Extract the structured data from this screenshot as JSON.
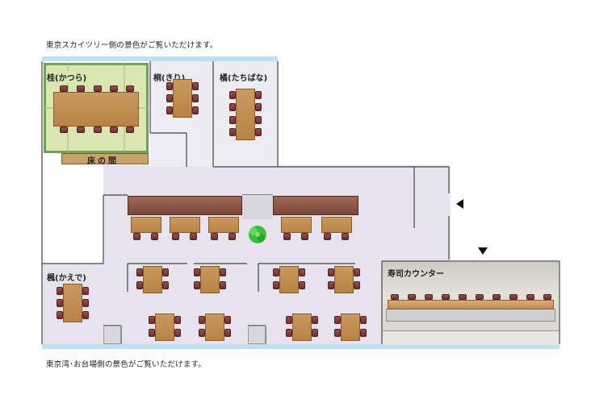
{
  "captions": {
    "top": "東京スカイツリー側の景色がご覧いただけます。",
    "bottom": "東京湾･お台場側の景色がご覧いただけます。"
  },
  "rooms": {
    "katsura": "桂(かつら)",
    "kiri": "桐(きり)",
    "tachibana": "橘(たちばな)",
    "kaede": "楓(かえで)",
    "sushi_counter": "寿司カウンター",
    "tokonoma": "床の間"
  },
  "colors": {
    "window": "#bfe0f2",
    "floor": "#e6e3ee",
    "tatami": "#d9e6b0",
    "table": "#c9995e",
    "chair": "#8a4242",
    "plant": "#3cbf3c"
  },
  "icons": {
    "entrance_arrow_right": "triangle-left-icon",
    "entrance_arrow_counter": "triangle-down-icon",
    "plant": "plant-icon"
  }
}
